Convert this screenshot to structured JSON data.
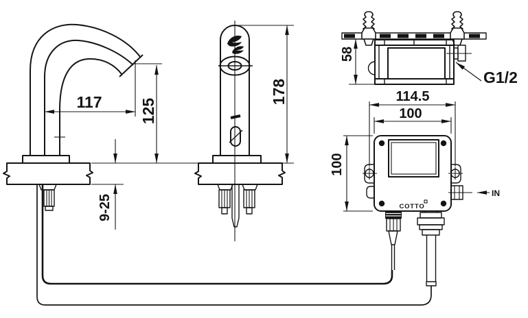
{
  "drawing": {
    "title": "sensor-faucet-installation-dimensions",
    "colors": {
      "ink": "#141414",
      "background": "#ffffff"
    },
    "labels": {
      "spout_reach": "117",
      "spout_height": "125",
      "deck_thickness": "9-25",
      "faucet_height": "178",
      "box_depth": "58",
      "inlet_thread": "G1/2",
      "mount_spacing": "114.5",
      "box_width": "100",
      "box_height": "100",
      "inlet_direction": "IN",
      "brand": "COTTO"
    },
    "icons": {
      "water_stream": "water-stream-icon",
      "sensor_window": "sensor-window-icon",
      "mounting_screw": "anchor-screw-icon",
      "flow_arrow": "in-flow-arrow-icon"
    }
  }
}
